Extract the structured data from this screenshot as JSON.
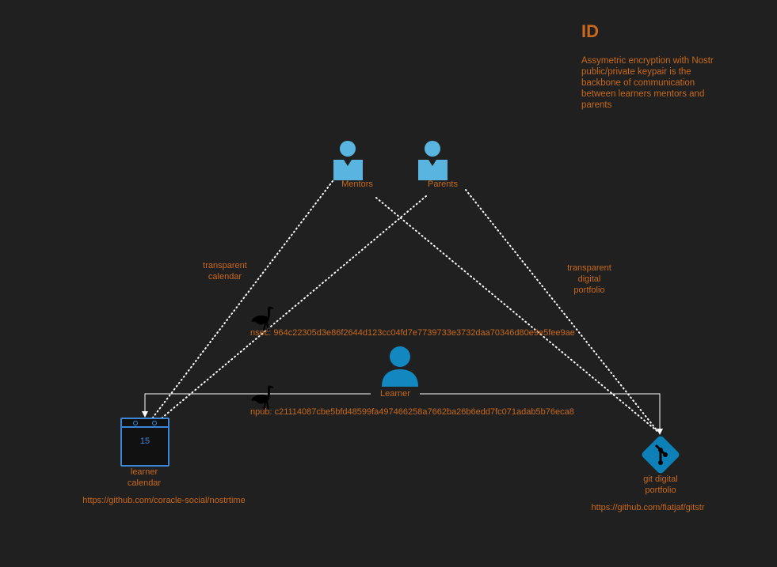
{
  "title": "ID",
  "description": "Assymetric encryption with Nostr public/private keypair is the backbone of communication between learners mentors and parents",
  "nodes": {
    "mentors": "Mentors",
    "parents": "Parents",
    "learner": "Learner",
    "calendar": {
      "line1": "learner",
      "line2": "calendar",
      "day": "15",
      "url": "https://github.com/coracle-social/nostrtime"
    },
    "portfolio": {
      "line1": "git digital",
      "line2": "portfolio",
      "url": "https://github.com/fiatjaf/gitstr"
    }
  },
  "edges": {
    "transparent_calendar": {
      "line1": "transparent",
      "line2": "calendar"
    },
    "transparent_portfolio": {
      "line1": "transparent",
      "line2": "digital",
      "line3": "portfolio"
    }
  },
  "keys": {
    "nsec": "nsec: 964c22305d3e86f2644d123cc04fd7e7739733e3732daa70346d80e9e5fee9ae",
    "npub": "npub: c21114087cbe5bfd48599fa497466258a7662ba26b6edd7fc071adab5b76eca8"
  },
  "colors": {
    "background": "#202020",
    "text": "#c8691c",
    "person_light": "#5ab4e0",
    "person_learner": "#1387c0",
    "calendar_blue": "#3c86d8",
    "git_blue": "#0d80b8",
    "connector": "#ffffff"
  },
  "icons": [
    "person-icon",
    "calendar-icon",
    "git-icon",
    "ostrich-icon"
  ]
}
